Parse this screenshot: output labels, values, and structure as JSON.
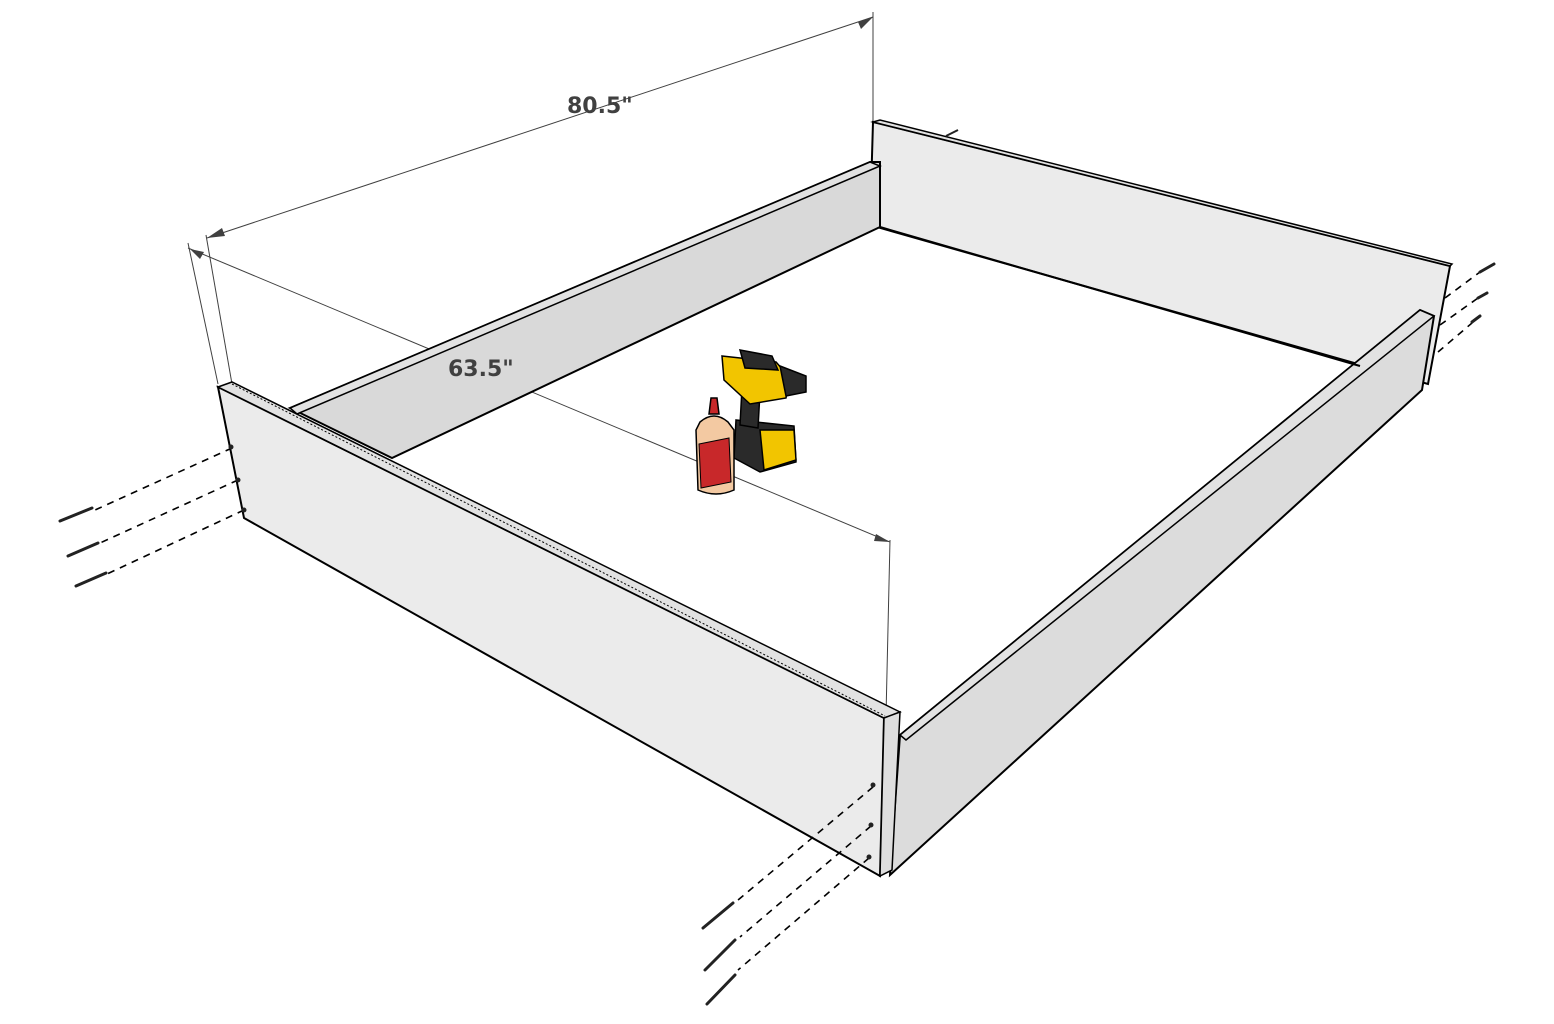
{
  "diagram": {
    "title": "Bed frame box assembly",
    "dimensions": {
      "length": "80.5\"",
      "width": "63.5\""
    },
    "parts": {
      "side_board_left": "side-board",
      "side_board_right": "side-board",
      "head_board": "end-board",
      "foot_board": "end-board",
      "screws_per_corner": 3,
      "tools": [
        "cordless-drill",
        "wood-glue-bottle"
      ]
    },
    "colors": {
      "board_face": "#ebebeb",
      "board_inner": "#d9d9d9",
      "board_top": "#e2e2e2",
      "edge": "#000000",
      "dim_line": "#404040",
      "drill_yellow": "#f2c500",
      "drill_black": "#2a2a2a",
      "glue_body": "#f3c9a2",
      "glue_label": "#c8282a"
    }
  }
}
